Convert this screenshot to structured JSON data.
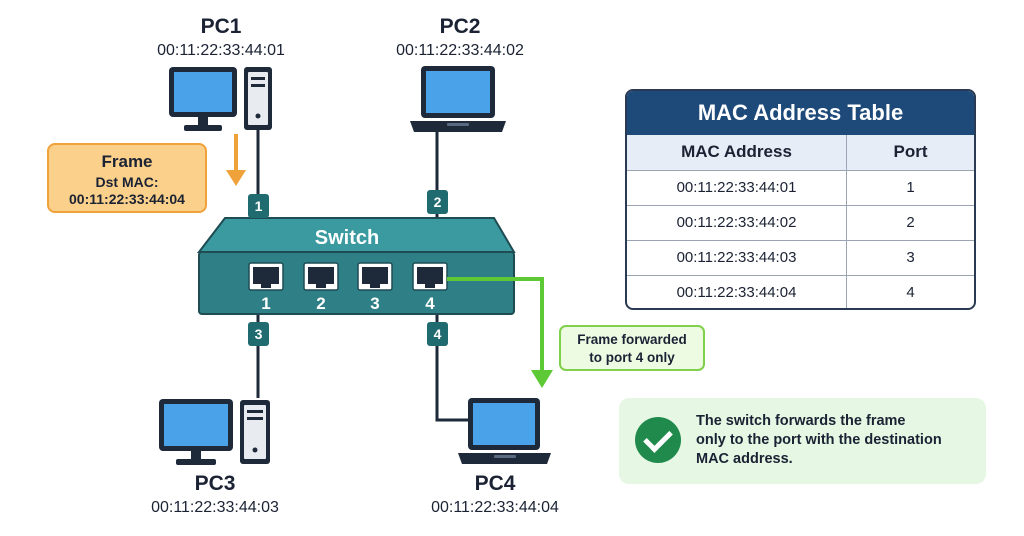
{
  "pcs": [
    {
      "name": "PC1",
      "mac": "00:11:22:33:44:01",
      "kind": "desktop"
    },
    {
      "name": "PC2",
      "mac": "00:11:22:33:44:02",
      "kind": "laptop"
    },
    {
      "name": "PC3",
      "mac": "00:11:22:33:44:03",
      "kind": "desktop"
    },
    {
      "name": "PC4",
      "mac": "00:11:22:33:44:04",
      "kind": "laptop"
    }
  ],
  "switch": {
    "label": "Switch",
    "ports": [
      "1",
      "2",
      "3",
      "4"
    ]
  },
  "link_badges": [
    "1",
    "2",
    "3",
    "4"
  ],
  "frame": {
    "title": "Frame",
    "dst_label": "Dst MAC:",
    "dst_mac": "00:11:22:33:44:04"
  },
  "forward_note": {
    "line1": "Frame forwarded",
    "line2": "to port 4 only"
  },
  "mac_table": {
    "title": "MAC Address Table",
    "headers": [
      "MAC Address",
      "Port"
    ],
    "rows": [
      [
        "00:11:22:33:44:01",
        "1"
      ],
      [
        "00:11:22:33:44:02",
        "2"
      ],
      [
        "00:11:22:33:44:03",
        "3"
      ],
      [
        "00:11:22:33:44:04",
        "4"
      ]
    ]
  },
  "summary": {
    "line1": "The switch forwards the frame",
    "line2": "only to the port with the destination",
    "line3": "MAC address."
  },
  "colors": {
    "switch": "#2f7f86",
    "switch_dark": "#1f5f66",
    "badge": "#1f6b6f",
    "screen": "#4aa3e8",
    "device_outline": "#1e2a3a",
    "frame_arrow": "#f0a23a",
    "forward_path": "#5cc935",
    "table_header": "#1e4a7a"
  }
}
